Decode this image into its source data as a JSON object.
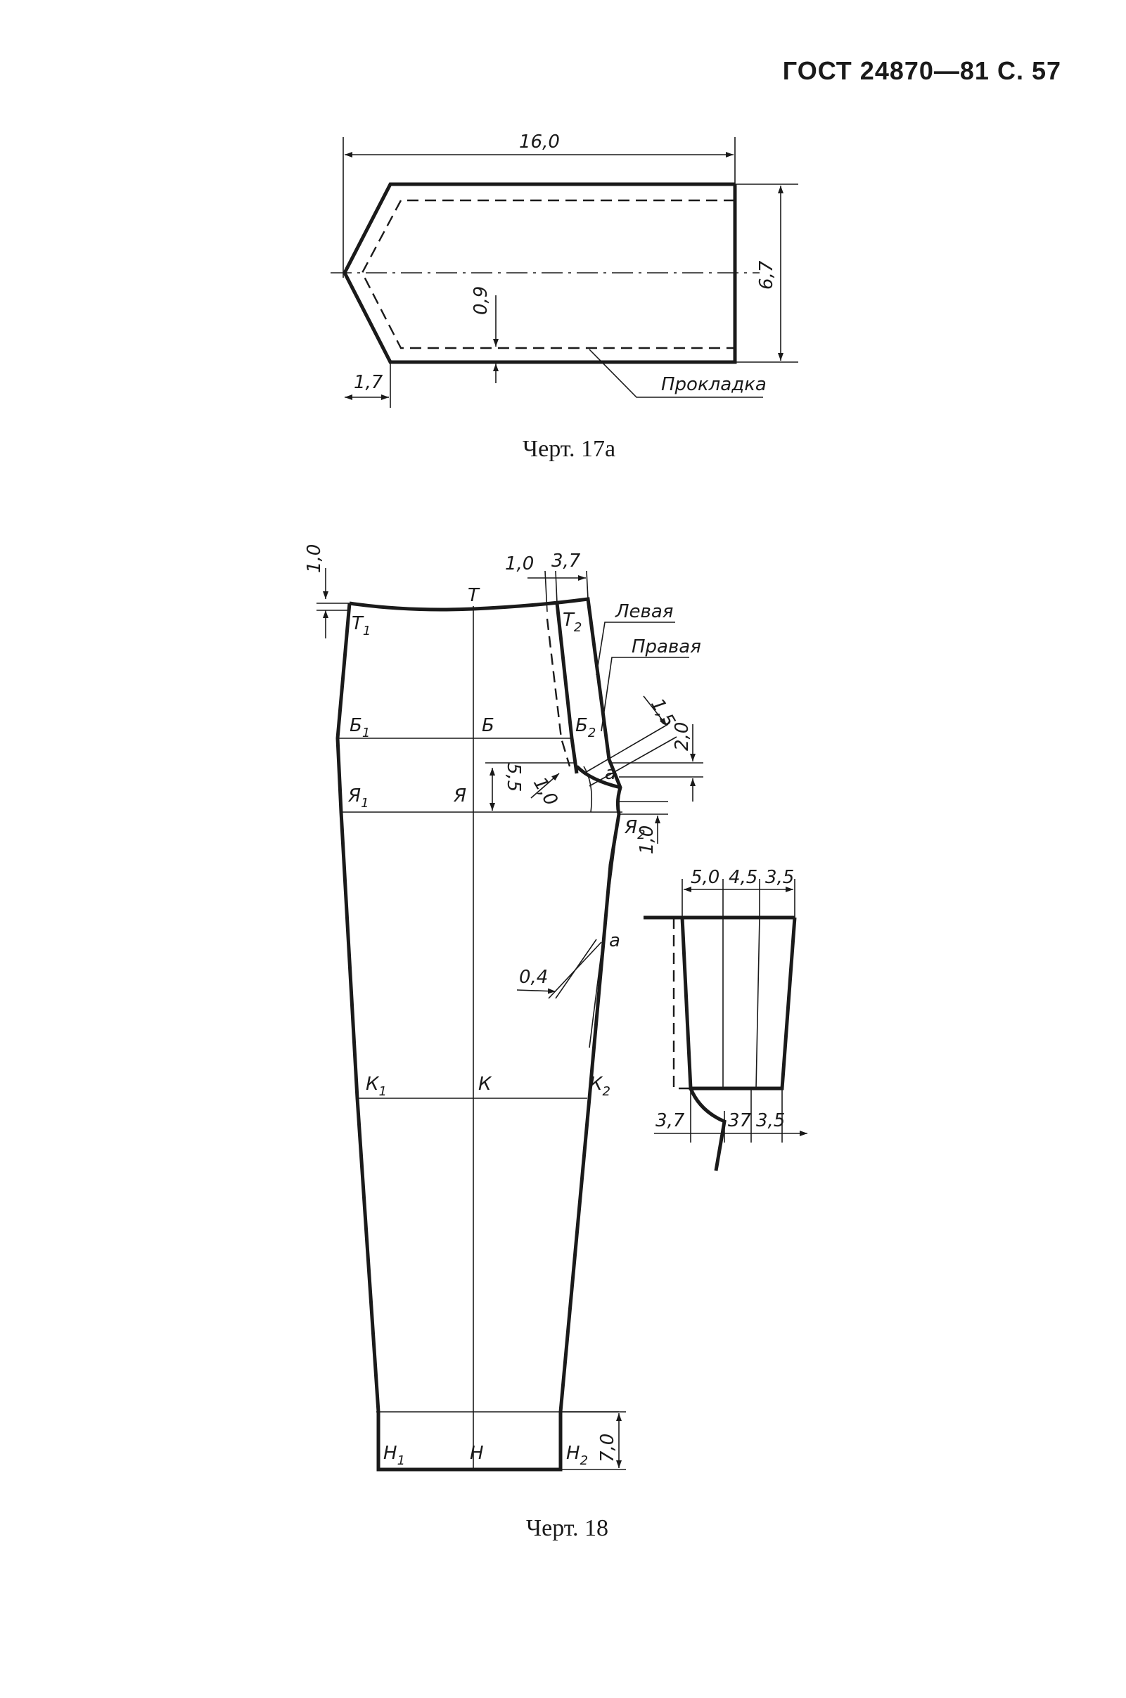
{
  "header": {
    "text": "ГОСТ 24870—81 С. 57"
  },
  "figure_17a": {
    "caption": "Черт. 17а",
    "dims": {
      "length": "16,0",
      "width": "6,7",
      "offset": "0,9",
      "tip": "1,7"
    },
    "label": "Прокладка"
  },
  "figure_18": {
    "caption": "Черт. 18",
    "points": {
      "T": "Т",
      "T1": "Т",
      "T2": "Т",
      "B": "Б",
      "B1": "Б",
      "B2": "Б",
      "Ya": "Я",
      "Ya1": "Я",
      "Ya2": "Я",
      "K": "К",
      "K1": "К",
      "K2": "К",
      "N": "Н",
      "N1": "Н",
      "N2": "Н",
      "a_top": "а",
      "a_side": "а"
    },
    "subscripts": {
      "one": "1",
      "two": "2"
    },
    "labels": {
      "left": "Левая",
      "right": "Правая"
    },
    "dims": {
      "top_left": "1,0",
      "top_1": "1,0",
      "top_2": "3,7",
      "d15": "1,5",
      "d20": "2,0",
      "d55": "5,5",
      "d10a": "1,0",
      "d10b": "1,0",
      "d04": "0,4",
      "hem": "7,0"
    },
    "inset": {
      "top": [
        "5,0",
        "4,5",
        "3,5"
      ],
      "bottom": [
        "3,7",
        "37",
        "3,5"
      ]
    }
  }
}
